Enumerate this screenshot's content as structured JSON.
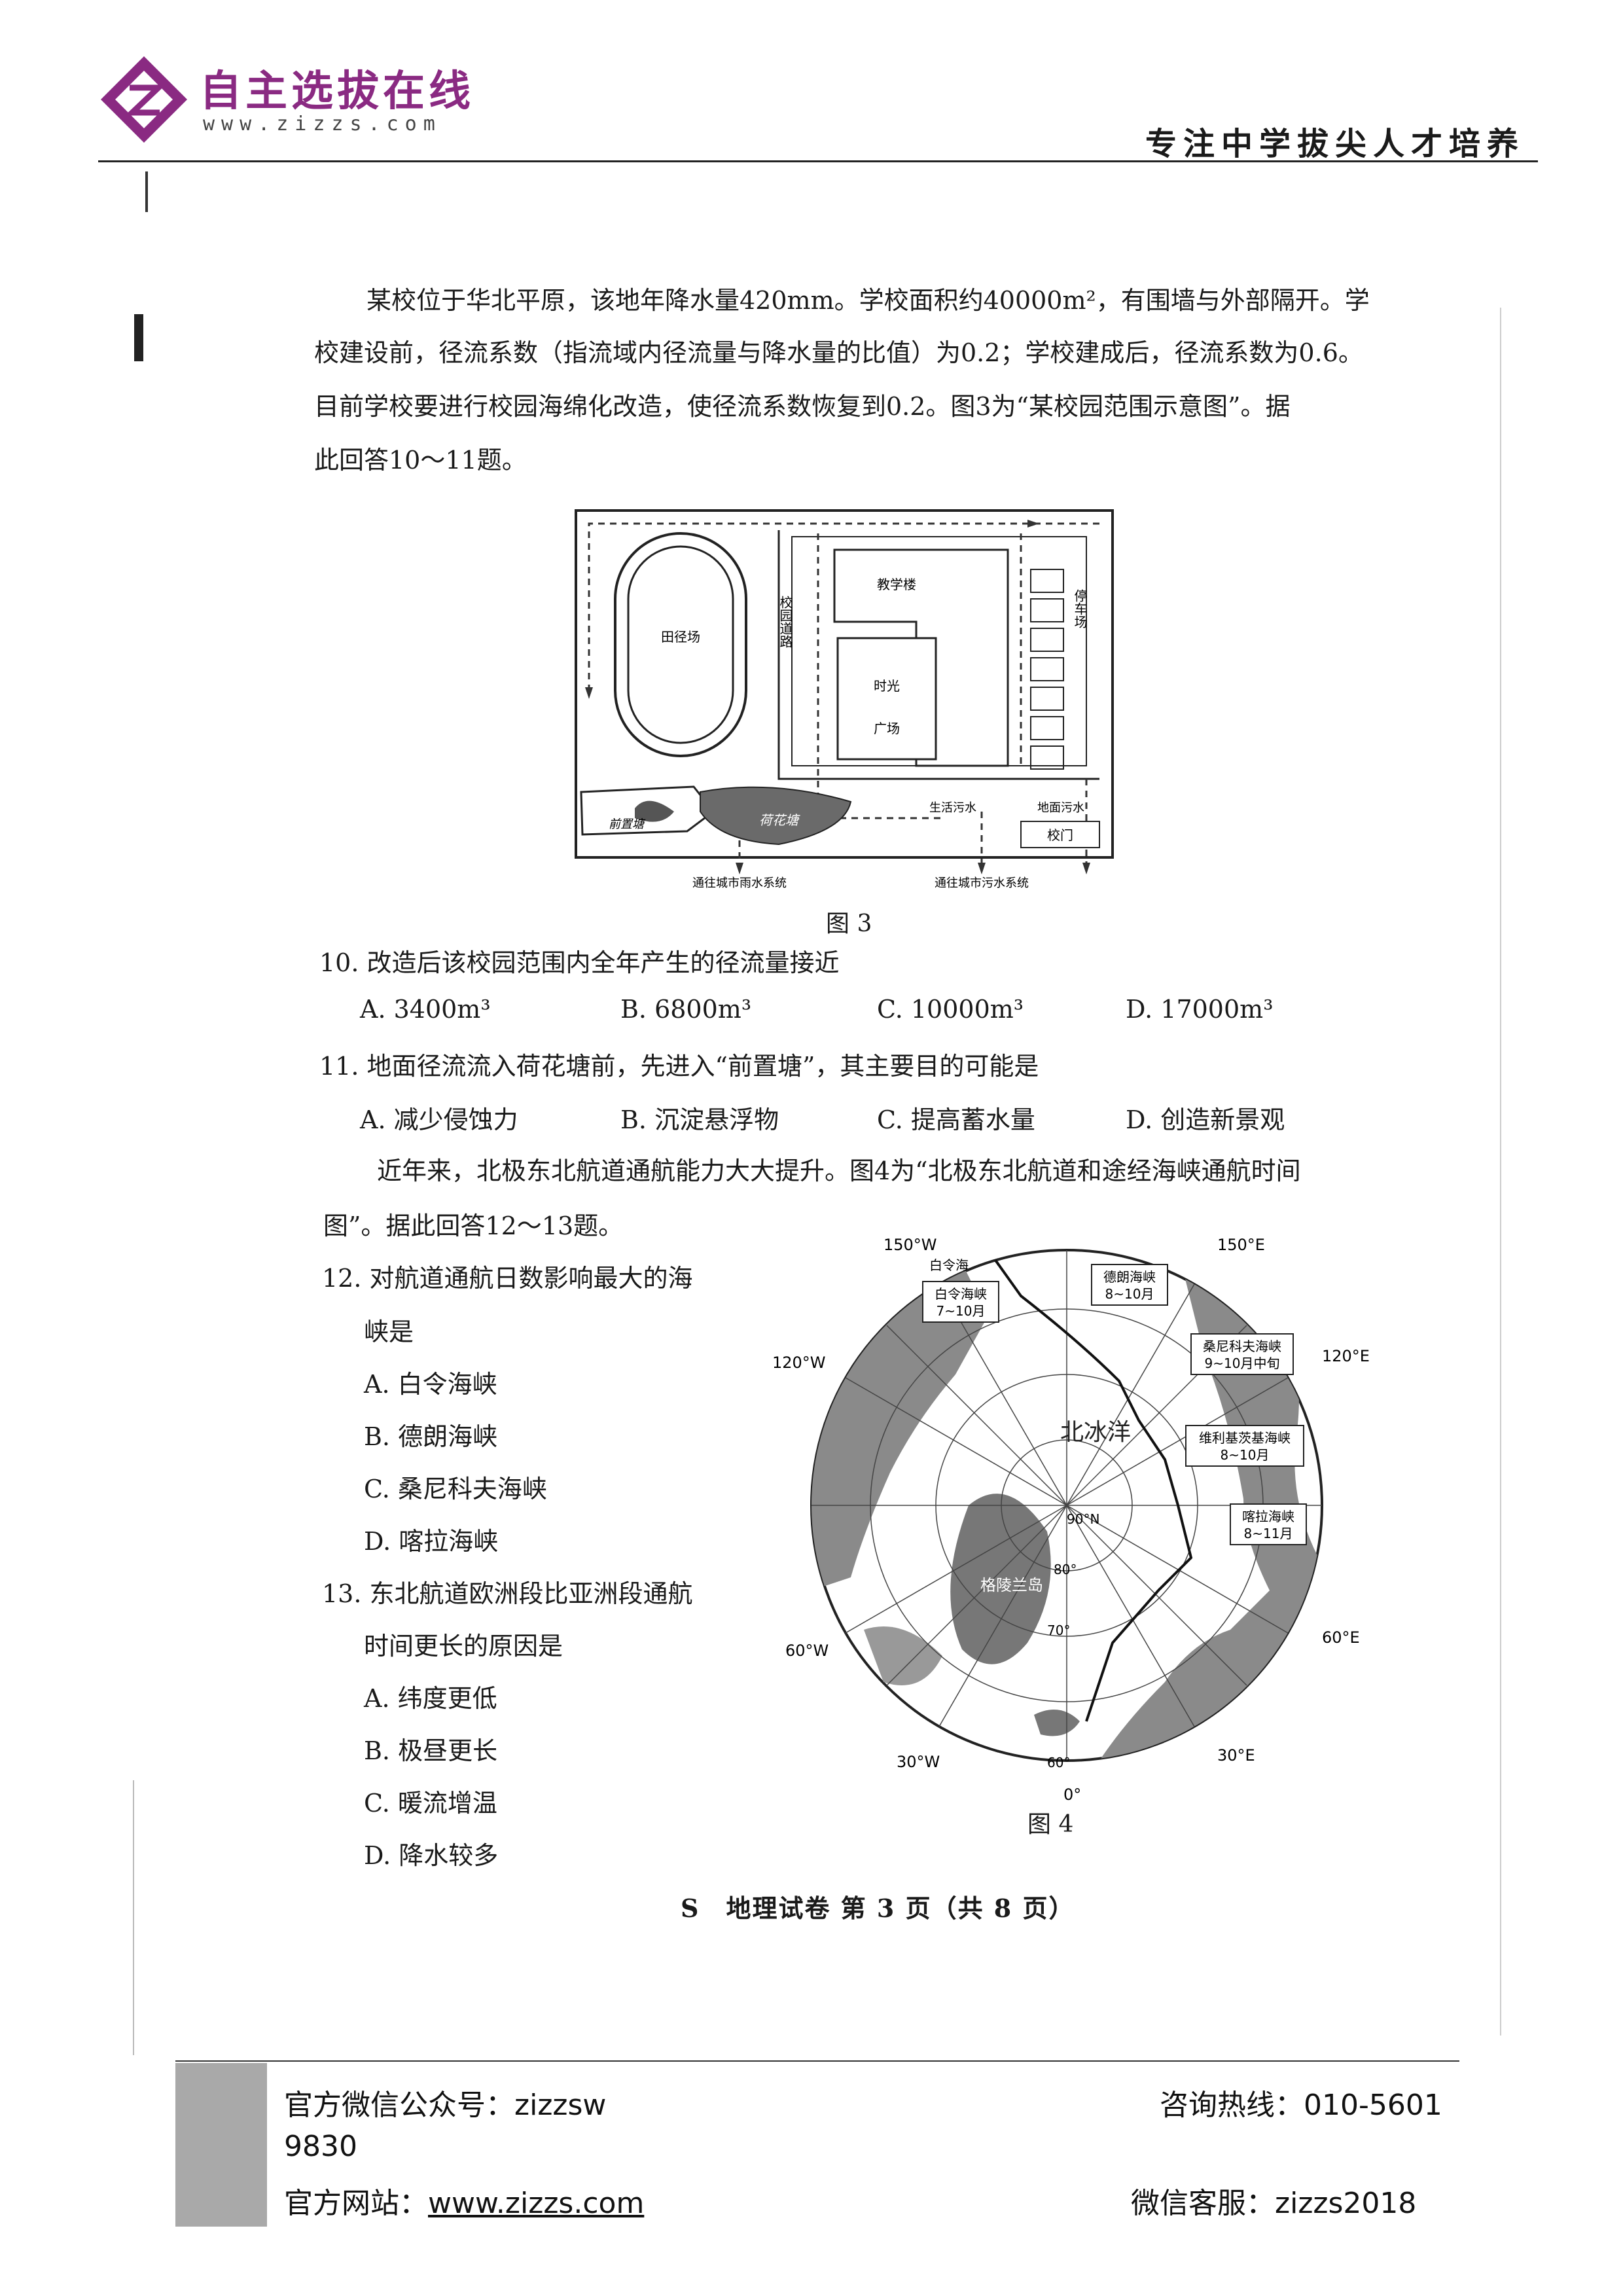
{
  "header": {
    "logo_title": "自主选拔在线",
    "logo_url": "www.zizzs.com",
    "slogan": "专注中学拔尖人才培养"
  },
  "intro1": {
    "line1": "某校位于华北平原，该地年降水量420mm。学校面积约40000m²，有围墙与外部隔开。学",
    "line2": "校建设前，径流系数（指流域内径流量与降水量的比值）为0.2；学校建成后，径流系数为0.6。",
    "line3": "目前学校要进行校园海绵化改造，使径流系数恢复到0.2。图3为“某校园范围示意图”。据",
    "line4": "此回答10～11题。"
  },
  "fig3": {
    "track": "田径场",
    "road": "校园道路",
    "teaching": "教学楼",
    "plaza1": "时光",
    "plaza2": "广场",
    "parking": "停车场",
    "pond1": "前置塘",
    "pond2": "荷花塘",
    "sewage1": "生活污水",
    "sewage2": "地面污水",
    "gate": "校门",
    "rain_sys": "通往城市雨水系统",
    "sewage_sys": "通往城市污水系统",
    "caption": "图 3"
  },
  "q10": {
    "stem": "10. 改造后该校园范围内全年产生的径流量接近",
    "a": "A. 3400m³",
    "b": "B. 6800m³",
    "c": "C. 10000m³",
    "d": "D. 17000m³"
  },
  "q11": {
    "stem": "11. 地面径流流入荷花塘前，先进入“前置塘”，其主要目的可能是",
    "a": "A. 减少侵蚀力",
    "b": "B. 沉淀悬浮物",
    "c": "C. 提高蓄水量",
    "d": "D. 创造新景观"
  },
  "intro2": {
    "line1": "近年来，北极东北航道通航能力大大提升。图4为“北极东北航道和途经海峡通航时间",
    "line2": "图”。据此回答12～13题。"
  },
  "q12": {
    "stem1": "12. 对航道通航日数影响最大的海",
    "stem2": "峡是",
    "a": "A. 白令海峡",
    "b": "B. 德朗海峡",
    "c": "C. 桑尼科夫海峡",
    "d": "D. 喀拉海峡"
  },
  "q13": {
    "stem1": "13. 东北航道欧洲段比亚洲段通航",
    "stem2": "时间更长的原因是",
    "a": "A. 纬度更低",
    "b": "B. 极昼更长",
    "c": "C. 暖流增温",
    "d": "D. 降水较多"
  },
  "fig4": {
    "lon_150w": "150°W",
    "lon_150e": "150°E",
    "lon_120w": "120°W",
    "lon_120e": "120°E",
    "lon_60w": "60°W",
    "lon_60e": "60°E",
    "lon_30w": "30°W",
    "lon_30e": "30°E",
    "lon_0": "0°",
    "lat_90": "90°N",
    "lat_80": "80°",
    "lat_70": "70°",
    "lat_60": "60°",
    "ocean": "北冰洋",
    "greenland": "格陵兰岛",
    "sea_label": "白令海",
    "bering_name": "白令海峡",
    "bering_time": "7~10月",
    "delong_name": "德朗海峡",
    "delong_time": "8~10月",
    "sannikov_name": "桑尼科夫海峡",
    "sannikov_time": "9~10月中旬",
    "vilkitsky_name": "维利基茨基海峡",
    "vilkitsky_time": "8~10月",
    "kara_name": "喀拉海峡",
    "kara_time": "8~11月",
    "caption": "图 4"
  },
  "page_footer": "S　地理试卷 第 3 页（共 8 页）",
  "site_footer": {
    "wechat_public": "官方微信公众号：zizzsw",
    "wechat_cont": "9830",
    "hotline": "咨询热线：010-5601",
    "website_label": "官方网站：",
    "website": "www.zizzs.com",
    "wechat_service": "微信客服：zizzs2018"
  }
}
